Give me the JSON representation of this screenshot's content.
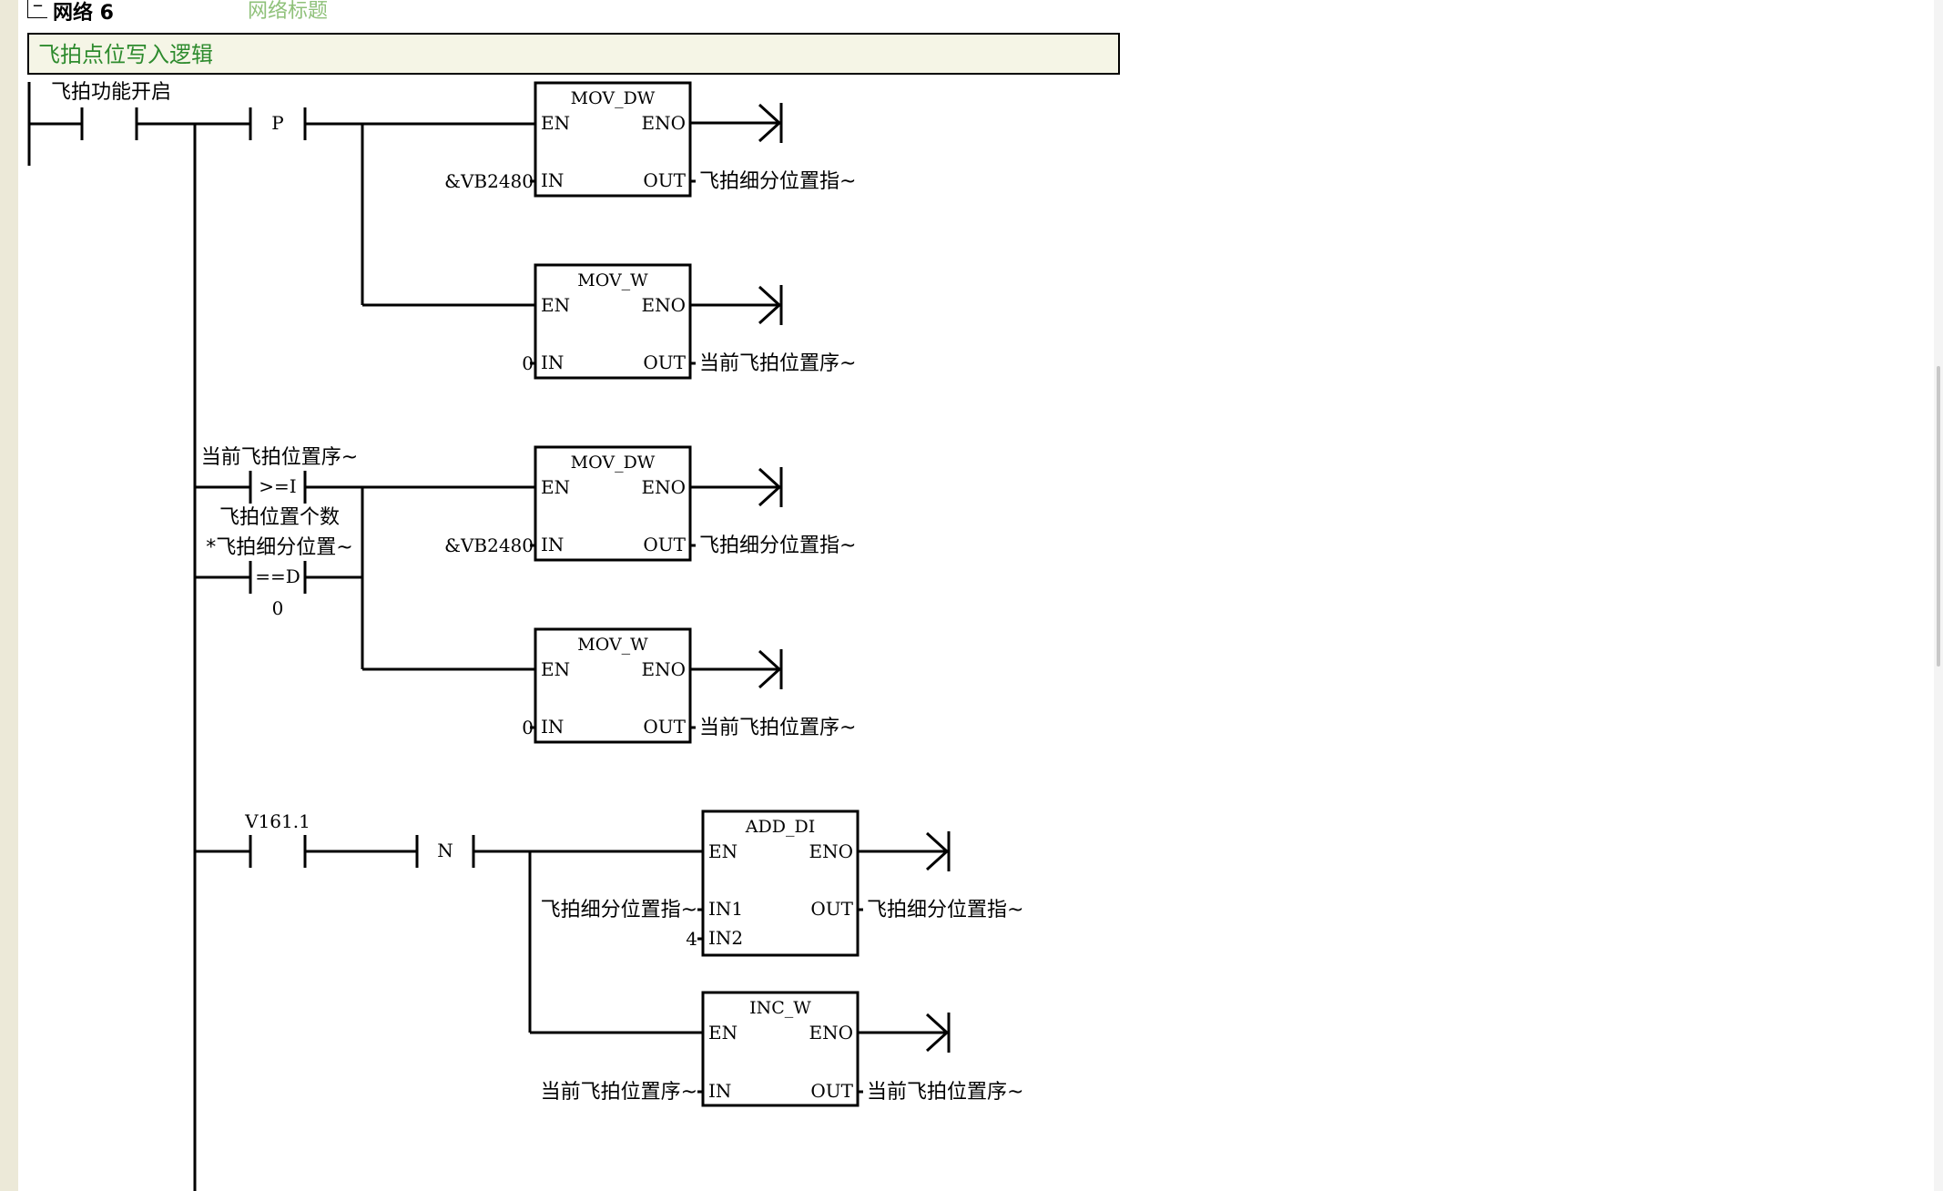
{
  "network": {
    "toggle_symbol": "−",
    "label": "网络 6",
    "title": "网络标题",
    "comment": "飞拍点位写入逻辑"
  },
  "contacts": {
    "c1": {
      "label": "飞拍功能开启"
    },
    "p_edge": {
      "op": "P"
    },
    "cmp_ge": {
      "top": "当前飞拍位置序~",
      "op": ">=I",
      "bottom": "飞拍位置个数"
    },
    "cmp_eq": {
      "top": "*飞拍细分位置~",
      "op": "==D",
      "bottom": "0"
    },
    "c_v161": {
      "label": "V161.1"
    },
    "n_edge": {
      "op": "N"
    }
  },
  "boxes": {
    "mov_dw_1": {
      "name": "MOV_DW",
      "en": "EN",
      "eno": "ENO",
      "in_pin": "IN",
      "out_pin": "OUT",
      "in_val": "&VB2480",
      "out_val": "飞拍细分位置指~"
    },
    "mov_w_1": {
      "name": "MOV_W",
      "en": "EN",
      "eno": "ENO",
      "in_pin": "IN",
      "out_pin": "OUT",
      "in_val": "0",
      "out_val": "当前飞拍位置序~"
    },
    "mov_dw_2": {
      "name": "MOV_DW",
      "en": "EN",
      "eno": "ENO",
      "in_pin": "IN",
      "out_pin": "OUT",
      "in_val": "&VB2480",
      "out_val": "飞拍细分位置指~"
    },
    "mov_w_2": {
      "name": "MOV_W",
      "en": "EN",
      "eno": "ENO",
      "in_pin": "IN",
      "out_pin": "OUT",
      "in_val": "0",
      "out_val": "当前飞拍位置序~"
    },
    "add_di": {
      "name": "ADD_DI",
      "en": "EN",
      "eno": "ENO",
      "in1_pin": "IN1",
      "in2_pin": "IN2",
      "out_pin": "OUT",
      "in1_val": "飞拍细分位置指~",
      "in2_val": "4",
      "out_val": "飞拍细分位置指~"
    },
    "inc_w": {
      "name": "INC_W",
      "en": "EN",
      "eno": "ENO",
      "in_pin": "IN",
      "out_pin": "OUT",
      "in_val": "当前飞拍位置序~",
      "out_val": "当前飞拍位置序~"
    }
  }
}
